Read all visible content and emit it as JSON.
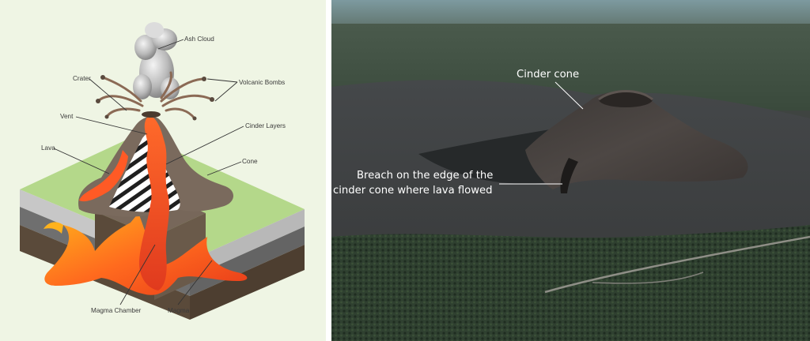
{
  "diagram": {
    "labels": {
      "ash_cloud": "Ash Cloud",
      "crater": "Crater",
      "volcanic_bombs": "Volcanic Bombs",
      "vent": "Vent",
      "cinder_layers": "Cinder Layers",
      "lava": "Lava",
      "cone": "Cone",
      "magma_chamber": "Magma Chamber",
      "magma": "Magma"
    }
  },
  "photo": {
    "labels": {
      "cinder_cone": "Cinder cone",
      "breach_line1": "Breach on the edge of the",
      "breach_line2": "cinder cone where lava flowed"
    }
  }
}
